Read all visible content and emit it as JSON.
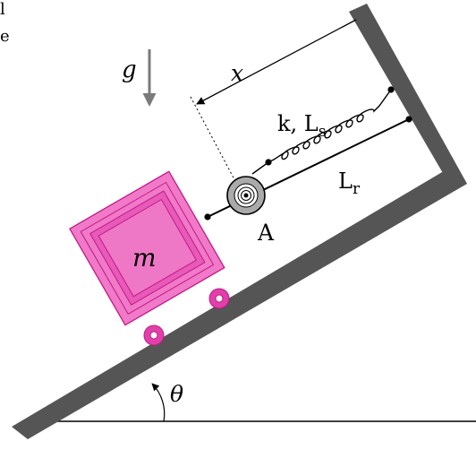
{
  "labels": {
    "gravity": "g",
    "displacement": "x",
    "spring": "k, L",
    "spring_sub": "s",
    "rod": "L",
    "rod_sub": "r",
    "point": "A",
    "mass": "m",
    "angle": "θ",
    "edge_fragment_1": "l",
    "edge_fragment_2": "e"
  },
  "colors": {
    "wall": "#555555",
    "gravity_arrow": "#7a7a7a",
    "cart_fill": "#f07ac8",
    "cart_inner": "#e85ab8",
    "cart_stroke": "#c2188a",
    "wheel": "#e040a8",
    "pulley_outer": "#aaaaaa",
    "ink": "#000000"
  },
  "icons": {
    "gravity": "down-arrow-icon",
    "pulley": "pulley-icon",
    "spring": "coil-spring-icon"
  }
}
